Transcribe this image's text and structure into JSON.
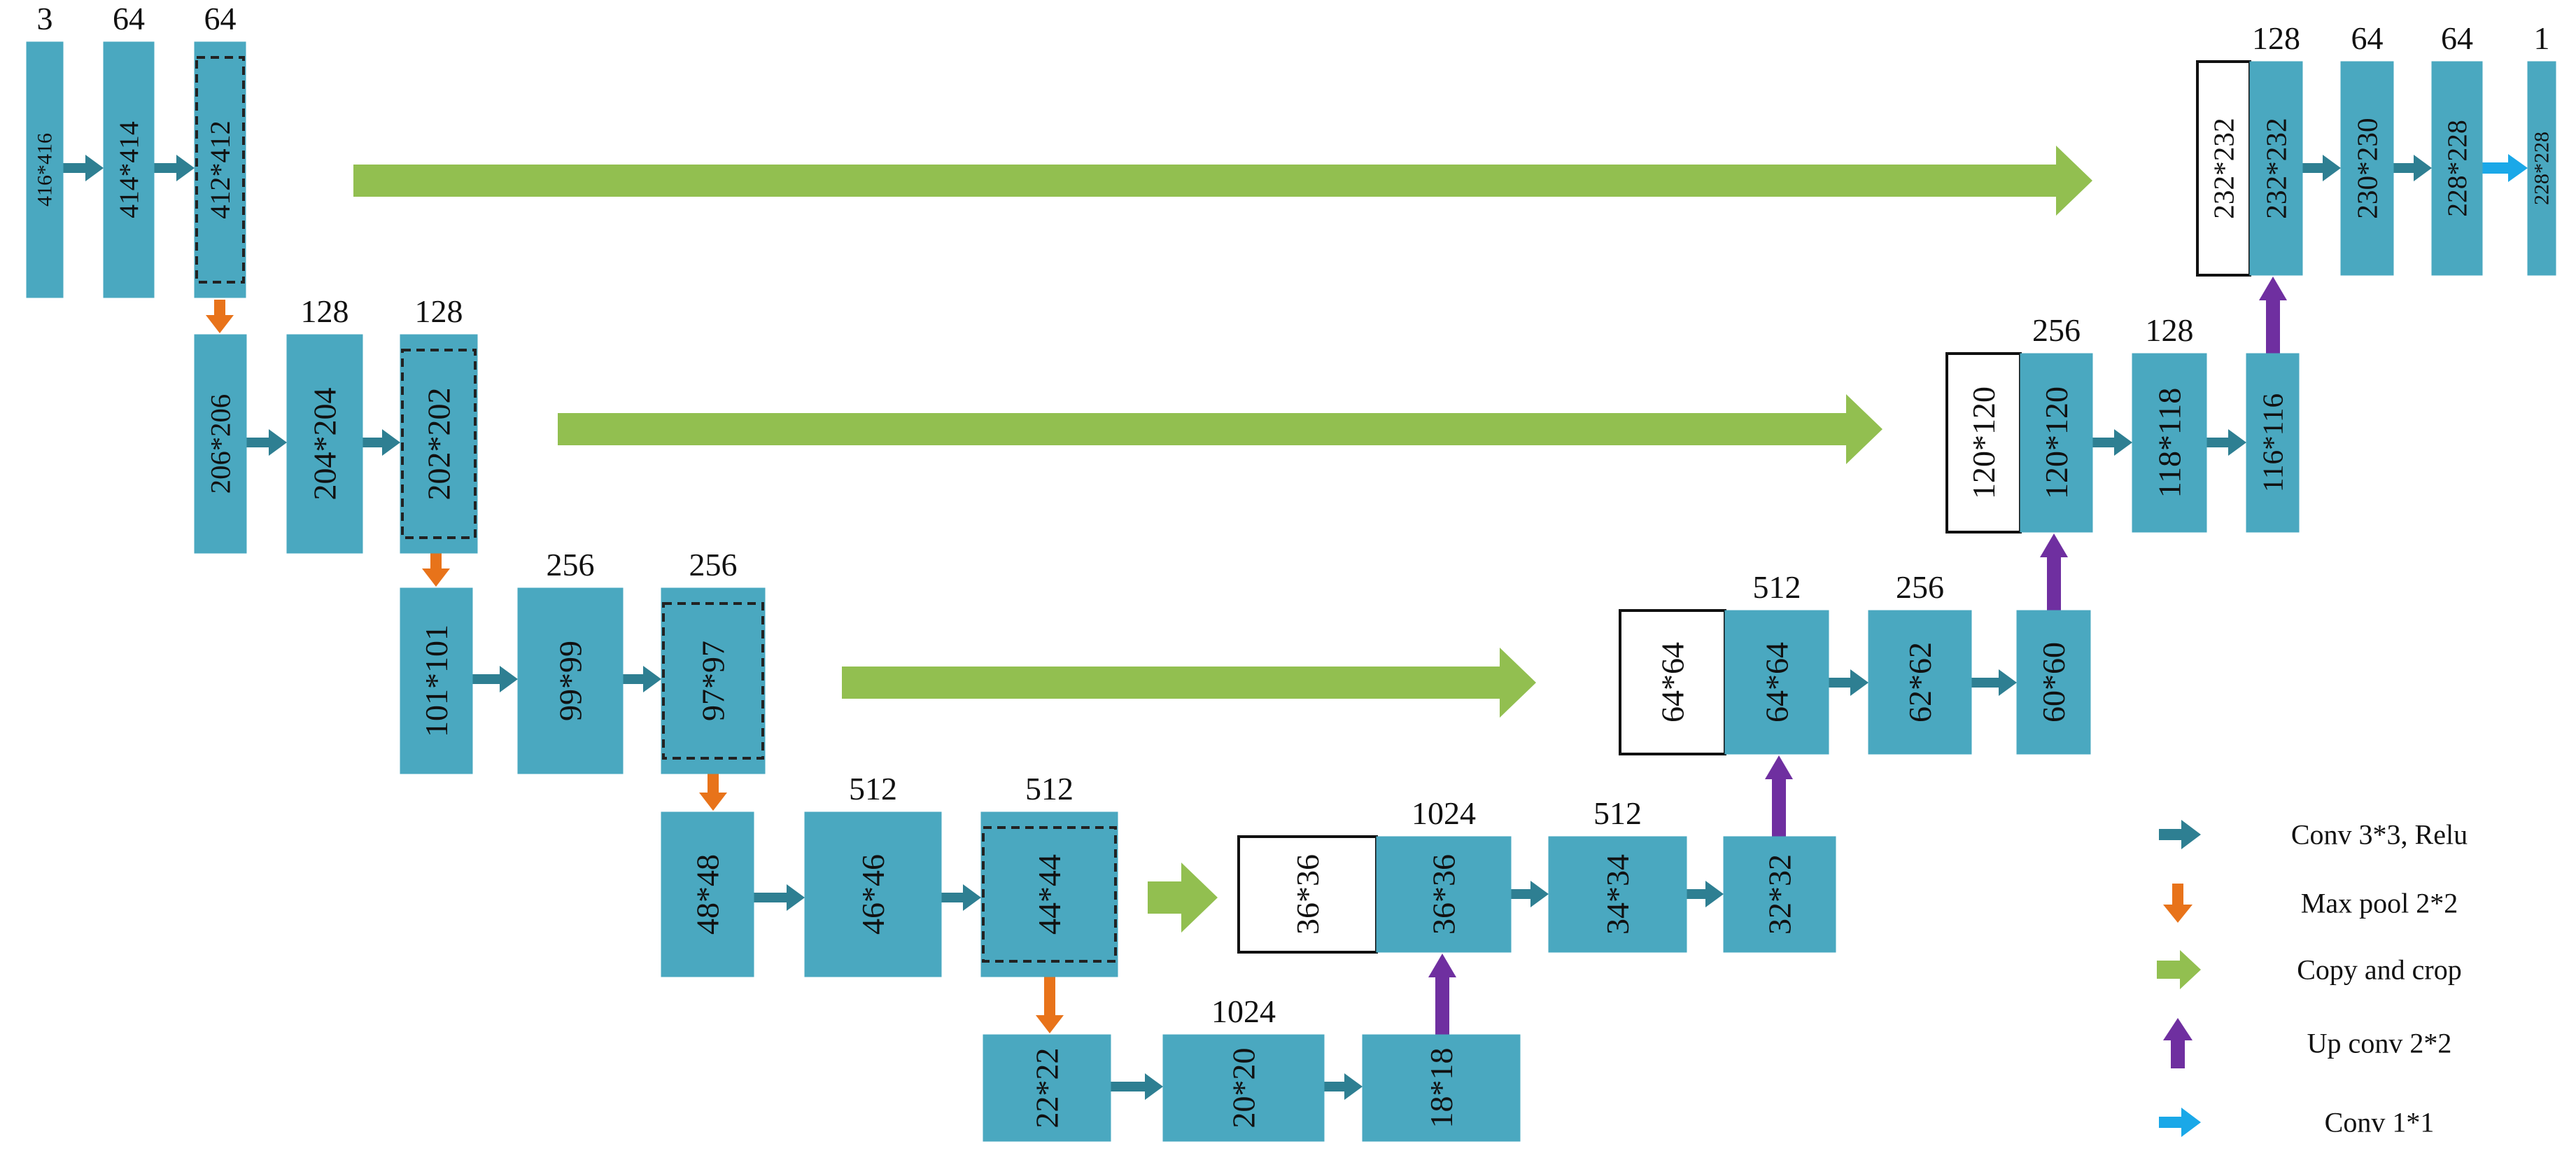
{
  "colors": {
    "block": "#4aa8c0",
    "conv_arrow": "#2e7f92",
    "pool_arrow": "#e8731a",
    "copy_arrow": "#92bf50",
    "up_arrow": "#6f2fa0",
    "conv1_arrow": "#1aa8e8",
    "crop_box": "#ffffff"
  },
  "blocks": [
    {
      "id": "b1",
      "size": "416*416",
      "channels": "3"
    },
    {
      "id": "b2",
      "size": "414*414",
      "channels": "64"
    },
    {
      "id": "b3",
      "size": "412*412",
      "channels": "64",
      "dashed": true
    },
    {
      "id": "b4",
      "size": "206*206",
      "channels": ""
    },
    {
      "id": "b5",
      "size": "204*204",
      "channels": "128"
    },
    {
      "id": "b6",
      "size": "202*202",
      "channels": "128",
      "dashed": true
    },
    {
      "id": "b7",
      "size": "101*101",
      "channels": ""
    },
    {
      "id": "b8",
      "size": "99*99",
      "channels": "256"
    },
    {
      "id": "b9",
      "size": "97*97",
      "channels": "256",
      "dashed": true
    },
    {
      "id": "b10",
      "size": "48*48",
      "channels": ""
    },
    {
      "id": "b11",
      "size": "46*46",
      "channels": "512"
    },
    {
      "id": "b12",
      "size": "44*44",
      "channels": "512",
      "dashed": true
    },
    {
      "id": "b13",
      "size": "22*22",
      "channels": ""
    },
    {
      "id": "b14",
      "size": "20*20",
      "channels": "1024"
    },
    {
      "id": "b15",
      "size": "18*18",
      "channels": ""
    },
    {
      "id": "w4",
      "size": "36*36",
      "channels": "",
      "white": true
    },
    {
      "id": "b16",
      "size": "36*36",
      "channels": "1024"
    },
    {
      "id": "b17",
      "size": "34*34",
      "channels": "512"
    },
    {
      "id": "b18",
      "size": "32*32",
      "channels": ""
    },
    {
      "id": "w3",
      "size": "64*64",
      "channels": "",
      "white": true
    },
    {
      "id": "b19",
      "size": "64*64",
      "channels": "512"
    },
    {
      "id": "b20",
      "size": "62*62",
      "channels": "256"
    },
    {
      "id": "b21",
      "size": "60*60",
      "channels": ""
    },
    {
      "id": "w2",
      "size": "120*120",
      "channels": "",
      "white": true
    },
    {
      "id": "b22",
      "size": "120*120",
      "channels": "256"
    },
    {
      "id": "b23",
      "size": "118*118",
      "channels": "128"
    },
    {
      "id": "b24",
      "size": "116*116",
      "channels": ""
    },
    {
      "id": "w1",
      "size": "232*232",
      "channels": "",
      "white": true
    },
    {
      "id": "b25",
      "size": "232*232",
      "channels": "128"
    },
    {
      "id": "b26",
      "size": "230*230",
      "channels": "64"
    },
    {
      "id": "b27",
      "size": "228*228",
      "channels": "64"
    },
    {
      "id": "b28",
      "size": "228*228",
      "channels": "1"
    }
  ],
  "legend": [
    {
      "kind": "conv",
      "label": "Conv 3*3, Relu",
      "icon": "teal-right-arrow-icon"
    },
    {
      "kind": "pool",
      "label": "Max pool 2*2",
      "icon": "orange-down-arrow-icon"
    },
    {
      "kind": "copy",
      "label": "Copy and crop",
      "icon": "green-right-arrow-icon"
    },
    {
      "kind": "up",
      "label": "Up conv 2*2",
      "icon": "purple-up-arrow-icon"
    },
    {
      "kind": "conv1",
      "label": "Conv 1*1",
      "icon": "cyan-right-arrow-icon"
    }
  ]
}
